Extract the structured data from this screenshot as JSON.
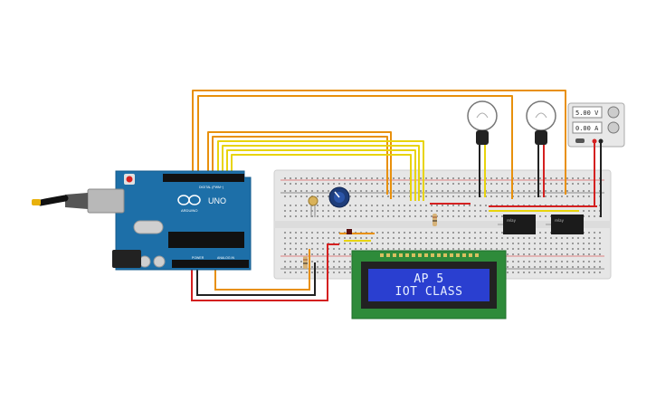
{
  "board": {
    "brand": "ARDUINO",
    "model": "UNO",
    "digital_label": "DIGITAL (PWM~)",
    "power_label": "POWER",
    "analog_label": "ANALOG IN"
  },
  "lcd": {
    "line1": "AP 5",
    "line2": "IOT CLASS"
  },
  "power_supply": {
    "voltage": "5.00 V",
    "current": "0.00 A"
  },
  "colors": {
    "wire_orange": "#e8900c",
    "wire_yellow": "#e8d40c",
    "wire_red": "#d42020",
    "wire_black": "#222222",
    "board_blue": "#1d6fa8",
    "lcd_green": "#2e8b3a",
    "lcd_screen": "#2a3fd0"
  },
  "icons": [
    "usb-cable-icon",
    "bulb-icon",
    "potentiometer-icon",
    "photoresistor-icon",
    "relay-icon"
  ]
}
